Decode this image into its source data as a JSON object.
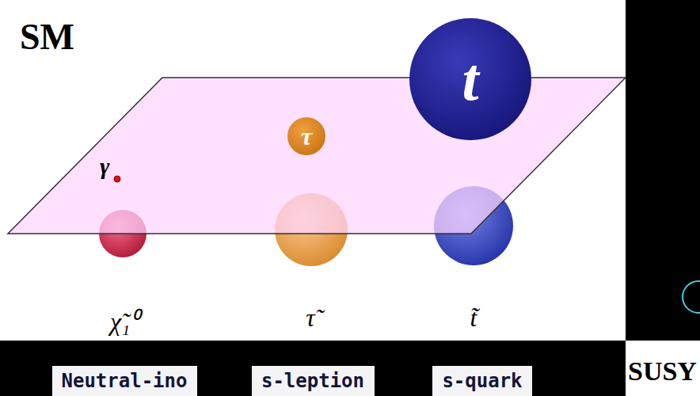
{
  "diagram": {
    "nodes": [
      {
        "text": [
          "τ"
        ]
      },
      {
        "text": [
          "t"
        ]
      },
      {
        "text": [
          "Neutral-ino"
        ]
      },
      {
        "text": [
          "s-leption"
        ]
      },
      {
        "text": [
          "s-quark"
        ]
      }
    ],
    "labels": [
      "SM",
      "γ",
      "χ̃₁⁰",
      "τ̃",
      "t̃",
      "SUSY"
    ]
  }
}
